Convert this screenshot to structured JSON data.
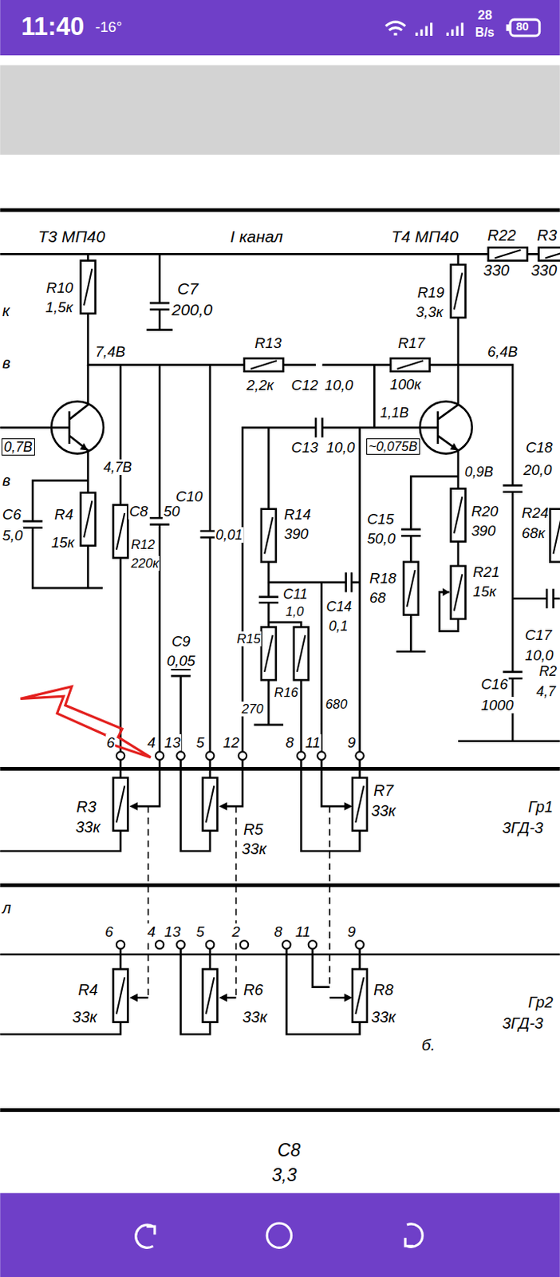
{
  "diagram": {
    "labels": [
      "11:40",
      "-16°",
      "28",
      "B/s",
      "80",
      "Т3 МП40",
      "I канал",
      "Т4 МП40",
      "R22",
      "330",
      "R3",
      "330",
      "к",
      "в",
      "0,7В",
      "в",
      "R10",
      "1,5к",
      "С7",
      "200,0",
      "R19",
      "3,3к",
      "7,4В",
      "R13",
      "2,2к",
      "С12",
      "10,0",
      "R17",
      "100к",
      "6,4В",
      "1,1В",
      "С13",
      "10,0",
      "~0,075В",
      "4,7В",
      "0,9В",
      "С18",
      "20,0",
      "С6",
      "5,0",
      "R4",
      "15к",
      "С8",
      "50",
      "R12",
      "220к",
      "С10",
      "0,01",
      "R14",
      "390",
      "С15",
      "50,0",
      "R20",
      "390",
      "R24",
      "68к",
      "С11",
      "1,0",
      "С14",
      "0,1",
      "R18",
      "68",
      "R21",
      "15к",
      "С17",
      "10,0",
      "R2",
      "4,7",
      "С9",
      "0,05",
      "R15",
      "270",
      "R16",
      "680",
      "С16",
      "1000",
      "6",
      "4",
      "13",
      "5",
      "12",
      "8",
      "11",
      "9",
      "R3",
      "33к",
      "R5",
      "33к",
      "R7",
      "33к",
      "Гр1",
      "3ГД-3",
      "л",
      "6",
      "4",
      "13",
      "5",
      "2",
      "8",
      "11",
      "9",
      "R4",
      "33к",
      "R6",
      "33к",
      "R8",
      "33к",
      "Гр2",
      "3ГД-3",
      "б.",
      "С8",
      "3,3"
    ]
  }
}
